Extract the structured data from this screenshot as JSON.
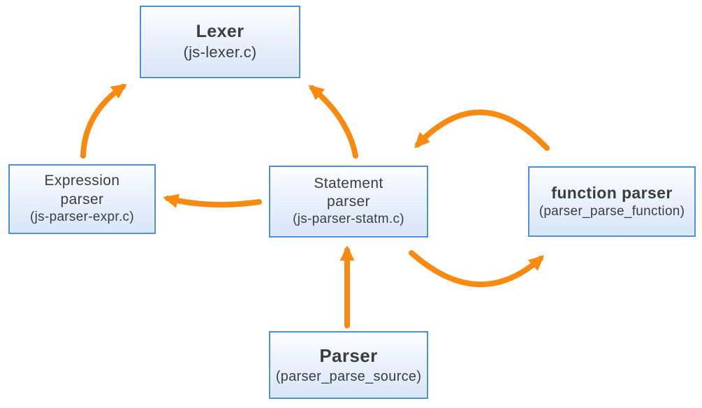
{
  "nodes": {
    "lexer": {
      "title": "Lexer",
      "subtitle": "(js-lexer.c)"
    },
    "expression_parser": {
      "title": "Expression\nparser",
      "subtitle": "(js-parser-expr.c)"
    },
    "statement_parser": {
      "title": "Statement\nparser",
      "subtitle": "(js-parser-statm.c)"
    },
    "function_parser": {
      "title": "function parser",
      "subtitle": "(parser_parse_function)"
    },
    "parser": {
      "title": "Parser",
      "subtitle": "(parser_parse_source)"
    }
  },
  "edges": [
    {
      "from": "Expression parser",
      "to": "Lexer"
    },
    {
      "from": "Statement parser",
      "to": "Lexer"
    },
    {
      "from": "Statement parser",
      "to": "Expression parser"
    },
    {
      "from": "function parser",
      "to": "Statement parser"
    },
    {
      "from": "Statement parser",
      "to": "function parser"
    },
    {
      "from": "Parser",
      "to": "Statement parser"
    }
  ],
  "colors": {
    "arrow": "#f9890f",
    "node_border": "#4a90e2",
    "node_fill_top": "#fcfdff",
    "node_fill_bottom": "#d6e5f8",
    "text": "#3d3d3d",
    "background": "#ffffff"
  }
}
